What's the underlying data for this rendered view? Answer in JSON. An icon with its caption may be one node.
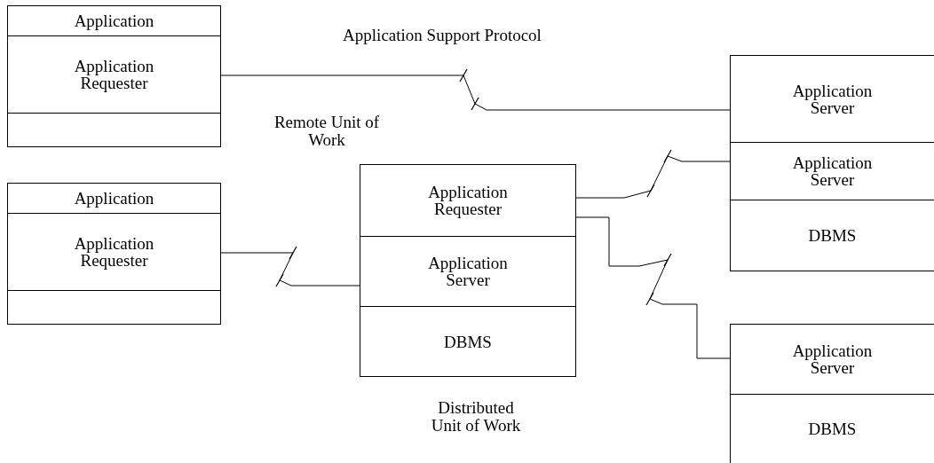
{
  "diagram": {
    "nodes": [
      {
        "text": [
          "Application"
        ]
      },
      {
        "text": [
          "Application Requester"
        ]
      },
      {
        "text": [],
        "shape": "box"
      },
      {
        "text": [
          "Application"
        ]
      },
      {
        "text": [
          "Application Requester"
        ]
      },
      {
        "text": [],
        "shape": "box"
      },
      {
        "text": [
          "Application Requester"
        ]
      },
      {
        "text": [
          "Application Server"
        ]
      },
      {
        "text": [
          "DBMS"
        ]
      },
      {
        "text": [
          "Application Server"
        ]
      },
      {
        "text": [
          "Application Server"
        ]
      },
      {
        "text": [
          "DBMS"
        ]
      },
      {
        "text": [
          "Application Server"
        ]
      },
      {
        "text": [
          "DBMS"
        ]
      }
    ],
    "edges": [
      {
        "from": 1,
        "to": 9,
        "arrow": "none"
      },
      {
        "from": 4,
        "to": 7,
        "arrow": "none"
      },
      {
        "from": 6,
        "to": 10,
        "arrow": "none"
      },
      {
        "from": 6,
        "to": 12,
        "arrow": "none"
      }
    ],
    "labels": [
      "Application Support Protocol",
      "Remote Unit of Work",
      "Distributed Unit of Work"
    ]
  }
}
